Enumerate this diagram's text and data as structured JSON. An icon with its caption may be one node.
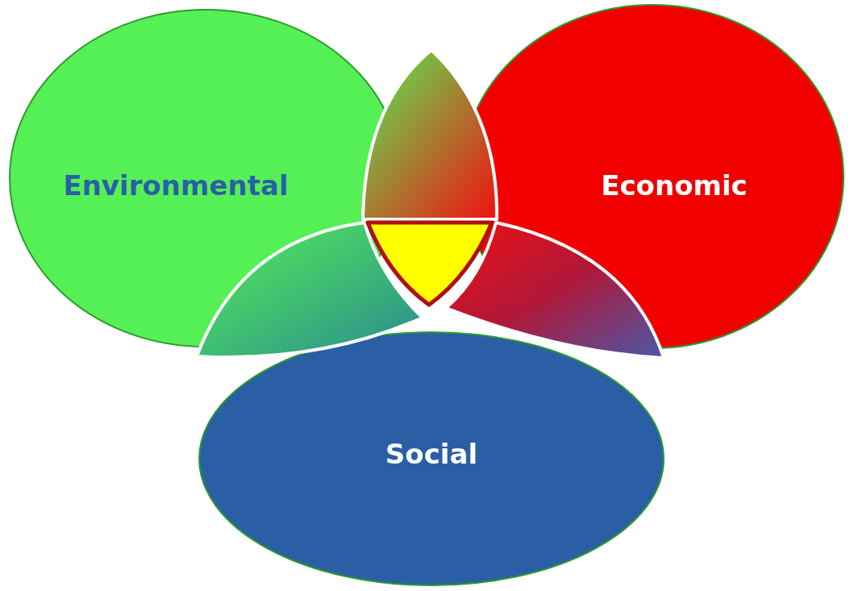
{
  "diagram": {
    "nodes": [
      {
        "text": [
          "Environmental"
        ]
      },
      {
        "text": [],
        "shape": "lens"
      },
      {
        "text": [
          "Economic"
        ]
      },
      {
        "text": [],
        "shape": "triangle"
      },
      {
        "text": [],
        "shape": "lens"
      },
      {
        "text": [],
        "shape": "lens"
      },
      {
        "text": [
          "Social"
        ]
      }
    ]
  }
}
